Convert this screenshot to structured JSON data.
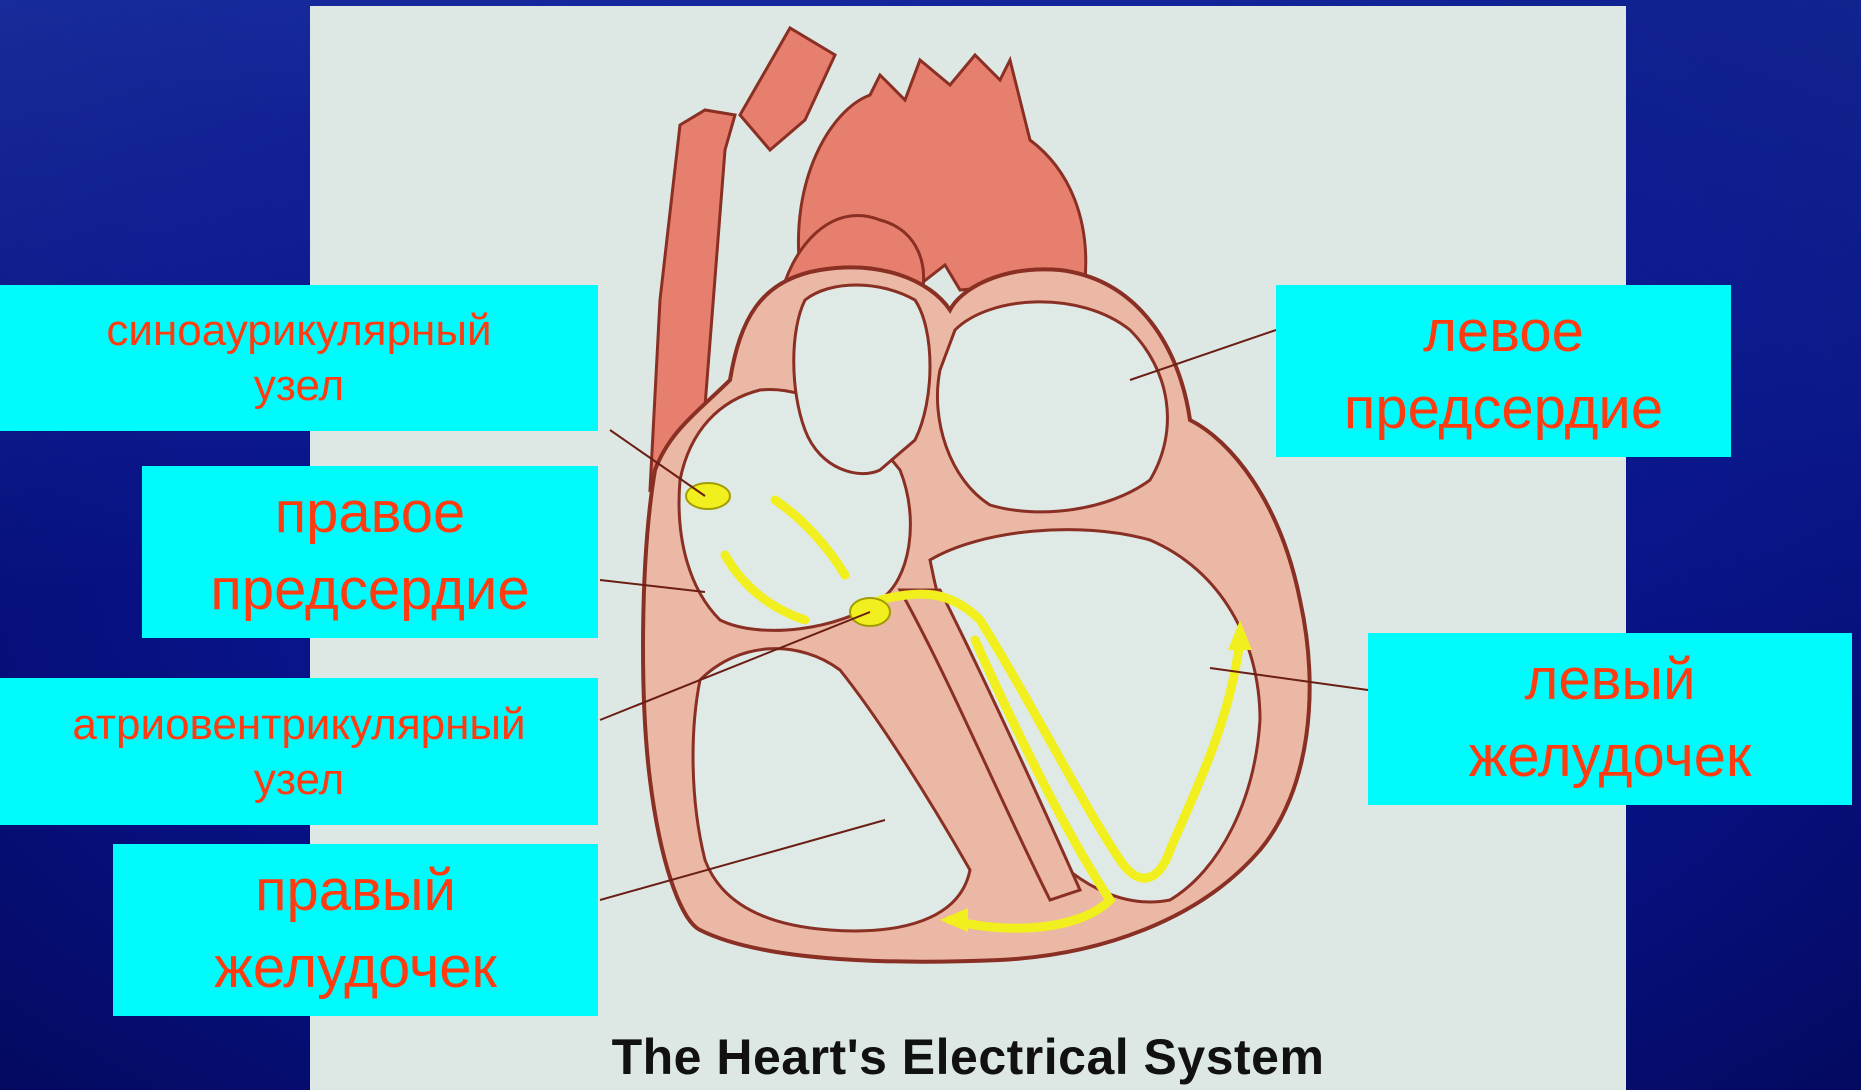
{
  "labels": {
    "sa_node": "синоаурикулярный\nузел",
    "right_atrium": "правое\nпредсердие",
    "av_node": "атриовентрикулярный\nузел",
    "right_ventricle": "правый\nжелудочек",
    "left_atrium": "левое\nпредсердие",
    "left_ventricle": "левый\nжелудочек"
  },
  "caption": "The Heart's Electrical System",
  "colors": {
    "background": "#0a1590",
    "label_background": "#00fbfd",
    "label_text": "#ff3b10",
    "vessel": "#e77f6e",
    "muscle": "#eab8a4",
    "conduction": "#f2ef1e"
  }
}
